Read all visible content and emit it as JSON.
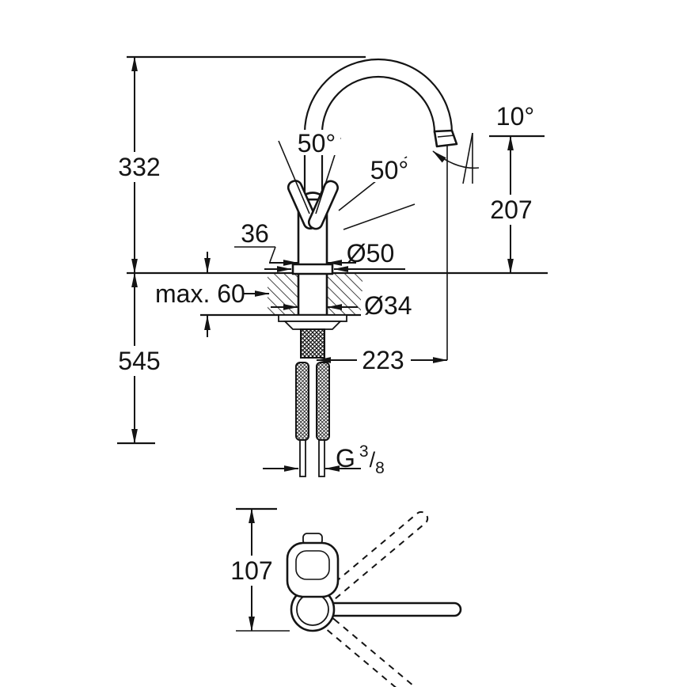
{
  "colors": {
    "ink": "#141414",
    "background": "#ffffff"
  },
  "dims": {
    "d332": "332",
    "d545": "545",
    "d207": "207",
    "d223": "223",
    "d107": "107",
    "d36": "36",
    "d50_diameter": "Ø50",
    "d34_diameter": "Ø34",
    "angle_left": "50°",
    "angle_right": "50°",
    "angle_tilt": "10°",
    "max_depth": "max. 60",
    "thread": {
      "g": "G",
      "sup": "3",
      "slash": "/",
      "sub": "8"
    }
  }
}
